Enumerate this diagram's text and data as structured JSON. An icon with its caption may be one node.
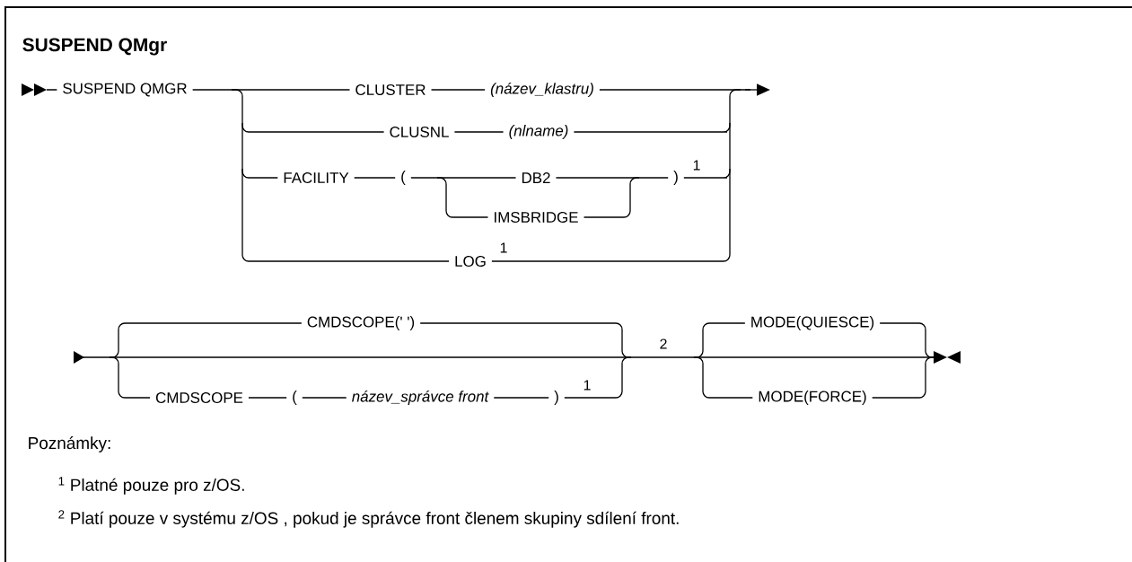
{
  "diagram": {
    "title": "SUSPEND QMgr",
    "labels": [
      "SUSPEND QMGR",
      "CLUSTER",
      "(název_klastru)",
      "CLUSNL",
      "(nlname)",
      "FACILITY",
      "(",
      "DB2",
      ")",
      "1",
      "IMSBRIDGE",
      "LOG",
      "1",
      "CMDSCOPE(' ')",
      "MODE(QUIESCE)",
      "2",
      "CMDSCOPE",
      "(",
      "název_správce front",
      ")",
      "1",
      "MODE(FORCE)",
      "Poznámky:",
      "$^{1}$ Platné pouze pro z/OS.",
      "$^{2}$ Platí pouze v systému z/OS , pokud je správce front členem skupiny sdílení front."
    ]
  }
}
